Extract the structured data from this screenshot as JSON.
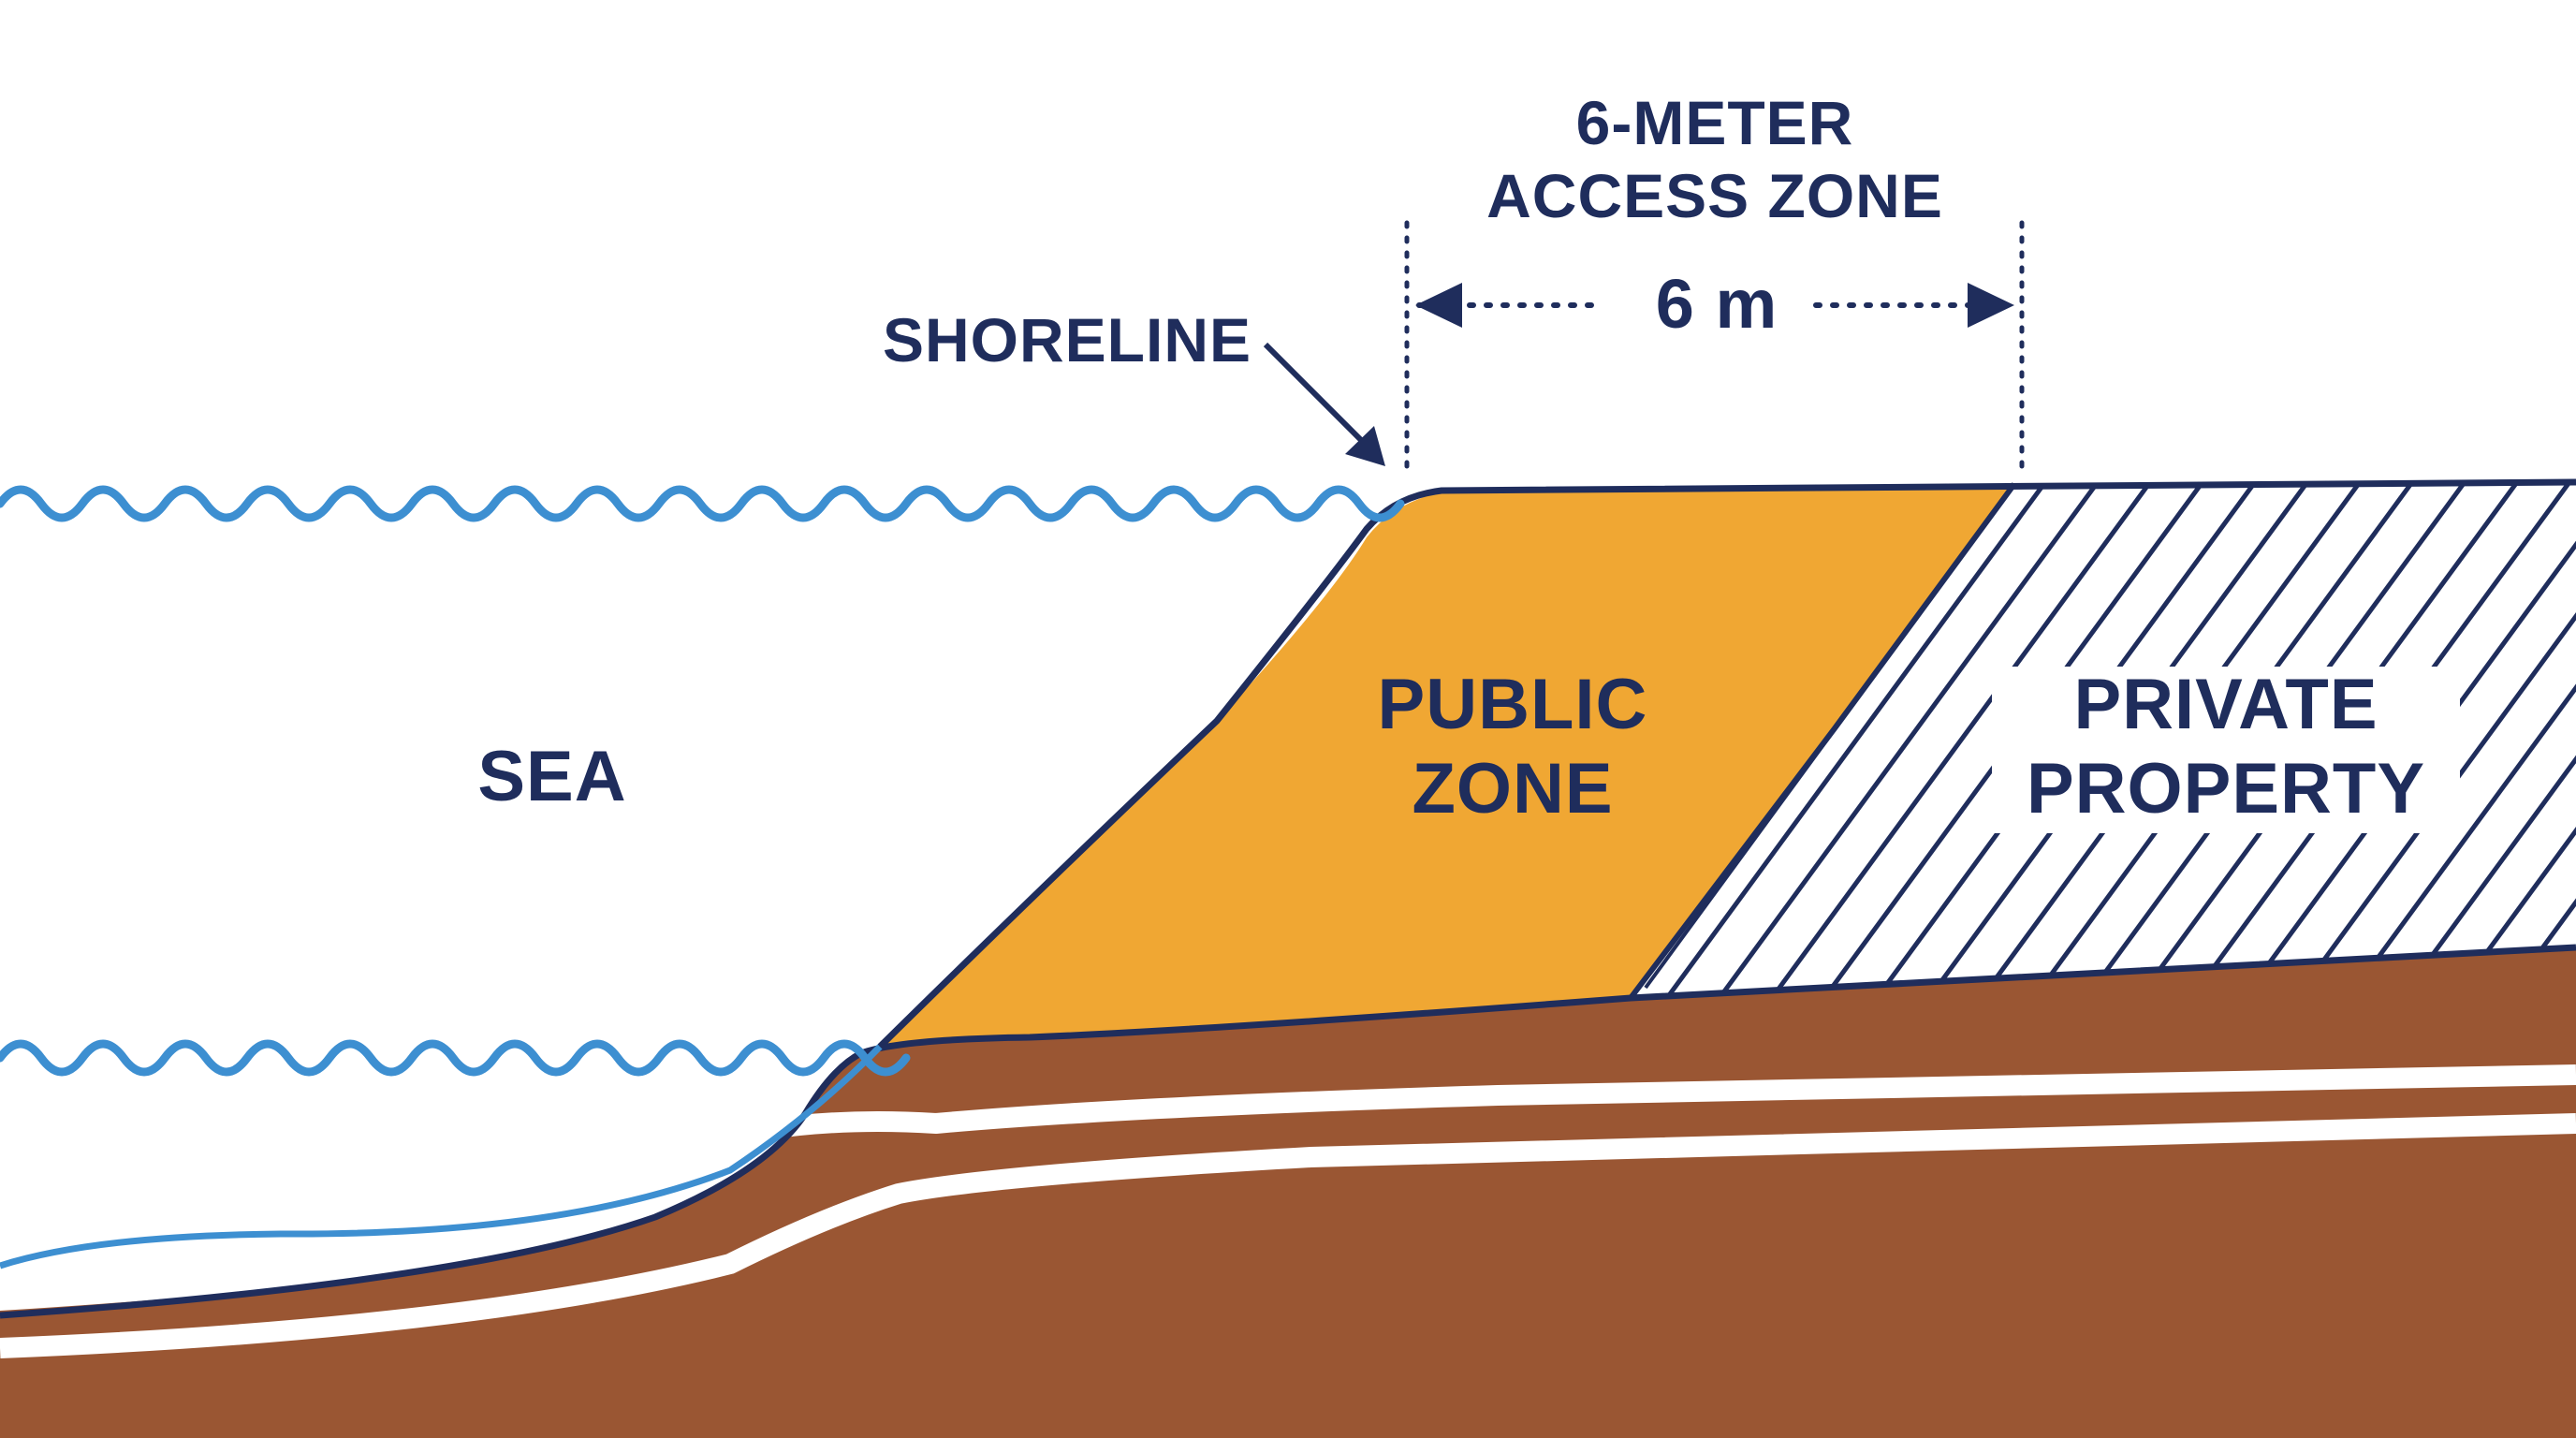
{
  "labels": {
    "access_zone_line1": "6-METER",
    "access_zone_line2": "ACCESS ZONE",
    "dimension": "6 m",
    "shoreline": "SHORELINE",
    "sea": "SEA",
    "public_zone_line1": "PUBLIC",
    "public_zone_line2": "ZONE",
    "private_property_line1": "PRIVATE",
    "private_property_line2": "PROPERTY"
  },
  "colors": {
    "navy": "#1f2d5c",
    "water_blue": "#3d8fd1",
    "public_zone": "#f0a733",
    "soil": "#9a5633",
    "background": "#ffffff"
  }
}
